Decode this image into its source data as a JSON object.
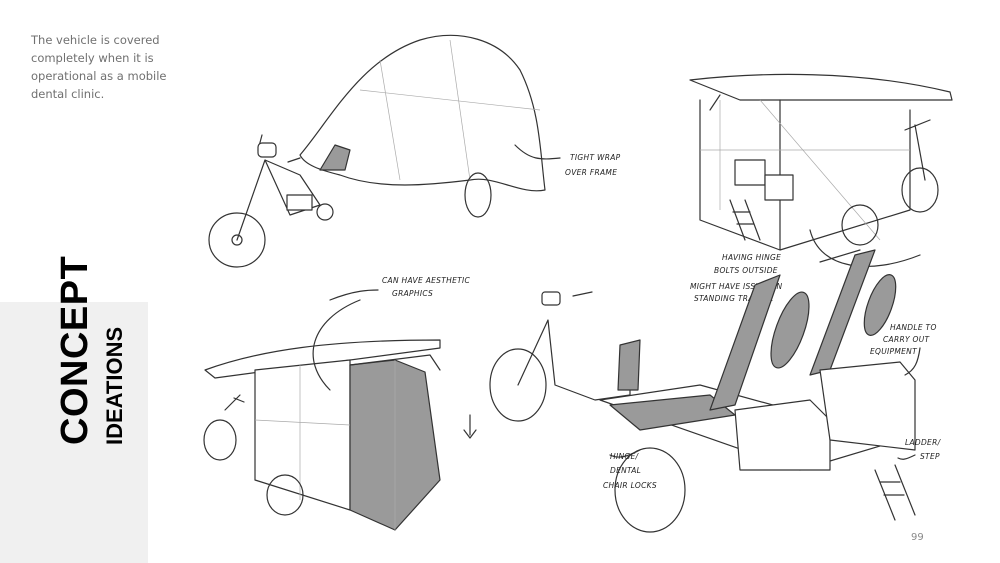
{
  "intro_text": "The vehicle is covered completely when it is operational as a mobile dental clinic.",
  "section_title": {
    "main": "CONCEPT",
    "sub": "IDEATIONS"
  },
  "annotations": {
    "tight_wrap_1": "TIGHT WRAP",
    "tight_wrap_2": "OVER FRAME",
    "hinge_bolts_1": "HAVING HINGE",
    "hinge_bolts_2": "BOLTS OUTSIDE",
    "traffic_1": "MIGHT HAVE ISSUES IN",
    "traffic_2": "STANDING TRAFFIC.",
    "graphics_1": "CAN HAVE AESTHETIC",
    "graphics_2": "GRAPHICS",
    "handle_1": "HANDLE TO",
    "handle_2": "CARRY OUT",
    "handle_3": "EQUIPMENT",
    "ladder_1": "LADDER/",
    "ladder_2": "STEP",
    "hinge_locks_1": "HINGE/",
    "hinge_locks_2": "DENTAL",
    "hinge_locks_3": "CHAIR LOCKS"
  },
  "colors": {
    "side_box": "#f0f0f0",
    "panel_gray": "#9a9a9a"
  },
  "page_number": "99"
}
